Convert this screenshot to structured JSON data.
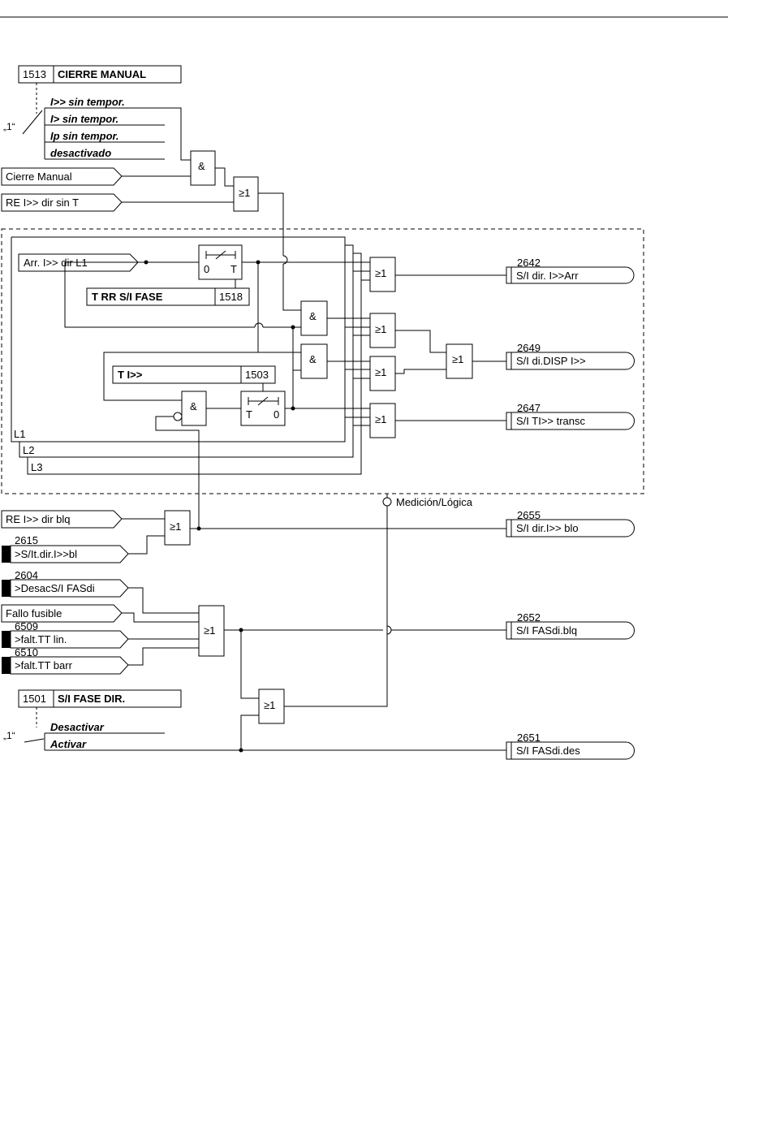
{
  "settings": {
    "manual_close": {
      "address": "1513",
      "title": "CIERRE MANUAL",
      "selector": "„1“",
      "options": [
        "I>> sin tempor.",
        "I> sin tempor.",
        "Ip sin tempor.",
        "desactivado"
      ]
    },
    "rr_time": {
      "title": "T RR S/I FASE",
      "address": "1518"
    },
    "time_ihh": {
      "title": "T I>>",
      "address": "1503"
    },
    "function": {
      "address": "1501",
      "title": "S/I FASE DIR.",
      "selector": "„1“",
      "options": [
        "Desactivar",
        "Activar"
      ]
    }
  },
  "inputs": {
    "manual_close": "Cierre Manual",
    "re_dir_no_t": "RE I>> dir sin T",
    "pickup_l1": "Arr. I>> dir L1",
    "re_dir_blq": "RE I>> dir blq",
    "blk_bin_no": "2615",
    "blk_bin": ">S/It.dir.I>>bl",
    "desac_no": "2604",
    "desac": ">DesacS/I FASdi",
    "fuse_fail": "Fallo fusible",
    "vt_line_no": "6509",
    "vt_line": ">falt.TT lin.",
    "vt_bus_no": "6510",
    "vt_bus": ">falt.TT barr"
  },
  "phases": [
    "L1",
    "L2",
    "L3"
  ],
  "gates": {
    "and": "&",
    "or": "≥1"
  },
  "timers": {
    "t1": {
      "left": "0",
      "right": "T"
    },
    "t2": {
      "left": "T",
      "right": "0"
    }
  },
  "measurement_logic": "Medición/Lógica",
  "outputs": [
    {
      "number": "2642",
      "label": "S/I dir. I>>Arr"
    },
    {
      "number": "2649",
      "label": "S/I di.DISP I>>"
    },
    {
      "number": "2647",
      "label": "S/I TI>> transc"
    },
    {
      "number": "2655",
      "label": "S/I dir.I>> blo"
    },
    {
      "number": "2652",
      "label": "S/I FASdi.blq"
    },
    {
      "number": "2651",
      "label": "S/I FASdi.des"
    }
  ]
}
